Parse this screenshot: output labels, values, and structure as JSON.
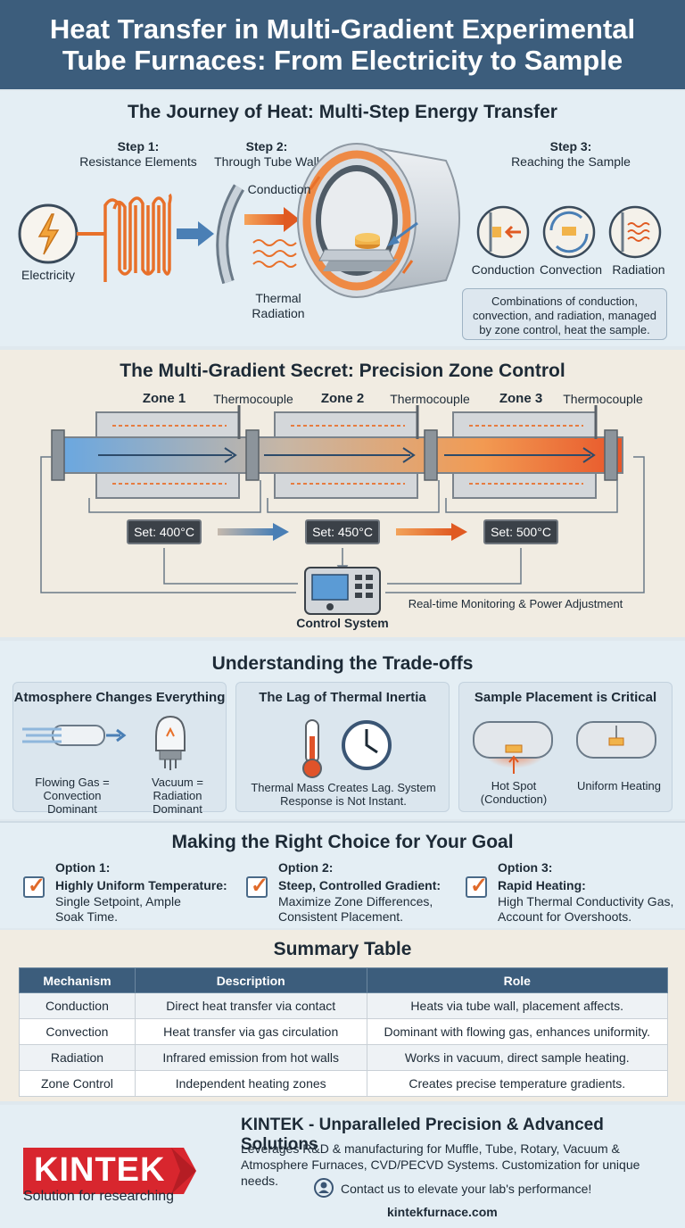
{
  "header": {
    "title": "Heat Transfer in Multi-Gradient Experimental Tube Furnaces: From Electricity to Sample"
  },
  "journey": {
    "title": "The Journey of Heat: Multi-Step Energy Transfer",
    "step1_title": "Step 1:",
    "step1_label": "Resistance Elements",
    "step2_title": "Step 2:",
    "step2_label": "Through Tube Wall",
    "step3_title": "Step 3:",
    "step3_label": "Reaching the Sample",
    "electricity": "Electricity",
    "conduction": "Conduction",
    "thermal_radiation": "Thermal Radiation",
    "mini_labels": [
      "Conduction",
      "Convection",
      "Radiation"
    ],
    "note": "Combinations of conduction, convection, and radiation, managed by zone control, heat the sample."
  },
  "zones": {
    "title": "The Multi-Gradient Secret: Precision Zone Control",
    "zone_labels": [
      "Zone 1",
      "Zone 2",
      "Zone 3"
    ],
    "thermocouple": "Thermocouple",
    "setpoints": [
      "Set: 400°C",
      "Set: 450°C",
      "Set: 500°C"
    ],
    "control_system": "Control System",
    "monitoring": "Real-time Monitoring & Power Adjustment"
  },
  "tradeoffs": {
    "title": "Understanding the Trade-offs",
    "cards": [
      {
        "title": "Atmosphere Changes Everything",
        "cap_a": "Flowing Gas = Convection Dominant",
        "cap_b": "Vacuum = Radiation Dominant"
      },
      {
        "title": "The Lag of Thermal Inertia",
        "cap": "Thermal Mass Creates Lag. System Response is Not Instant."
      },
      {
        "title": "Sample Placement is Critical",
        "cap_a": "Hot Spot (Conduction)",
        "cap_b": "Uniform Heating"
      }
    ]
  },
  "choices": {
    "title": "Making the Right Choice for Your Goal",
    "options": [
      {
        "label": "Option 1:",
        "heading": "Highly Uniform Temperature:",
        "text": "Single Setpoint, Ample Soak Time."
      },
      {
        "label": "Option 2:",
        "heading": "Steep, Controlled Gradient:",
        "text": "Maximize Zone Differences, Consistent Placement."
      },
      {
        "label": "Option 3:",
        "heading": "Rapid Heating:",
        "text": "High Thermal Conductivity Gas, Account for Overshoots."
      }
    ]
  },
  "summary": {
    "title": "Summary Table",
    "headers": [
      "Mechanism",
      "Description",
      "Role"
    ],
    "rows": [
      [
        "Conduction",
        "Direct heat transfer via contact",
        "Heats via tube wall, placement affects."
      ],
      [
        "Convection",
        "Heat transfer via gas circulation",
        "Dominant with flowing gas, enhances uniformity."
      ],
      [
        "Radiation",
        "Infrared emission from hot walls",
        "Works in vacuum, direct sample heating."
      ],
      [
        "Zone Control",
        "Independent heating zones",
        "Creates precise temperature gradients."
      ]
    ]
  },
  "footer": {
    "logo": "KINTEK",
    "tagline": "Solution for researching",
    "title": "KINTEK - Unparalleled Precision & Advanced Solutions",
    "desc": "Leverages R&D & manufacturing for Muffle, Tube, Rotary, Vacuum & Atmosphere Furnaces, CVD/PECVD Systems. Customization for unique needs.",
    "contact": "Contact us to elevate your lab's performance!",
    "site": "kintekfurnace.com"
  },
  "colors": {
    "header": "#3c5d7c",
    "accent_orange": "#e8702a",
    "accent_blue": "#4a7fb5"
  }
}
